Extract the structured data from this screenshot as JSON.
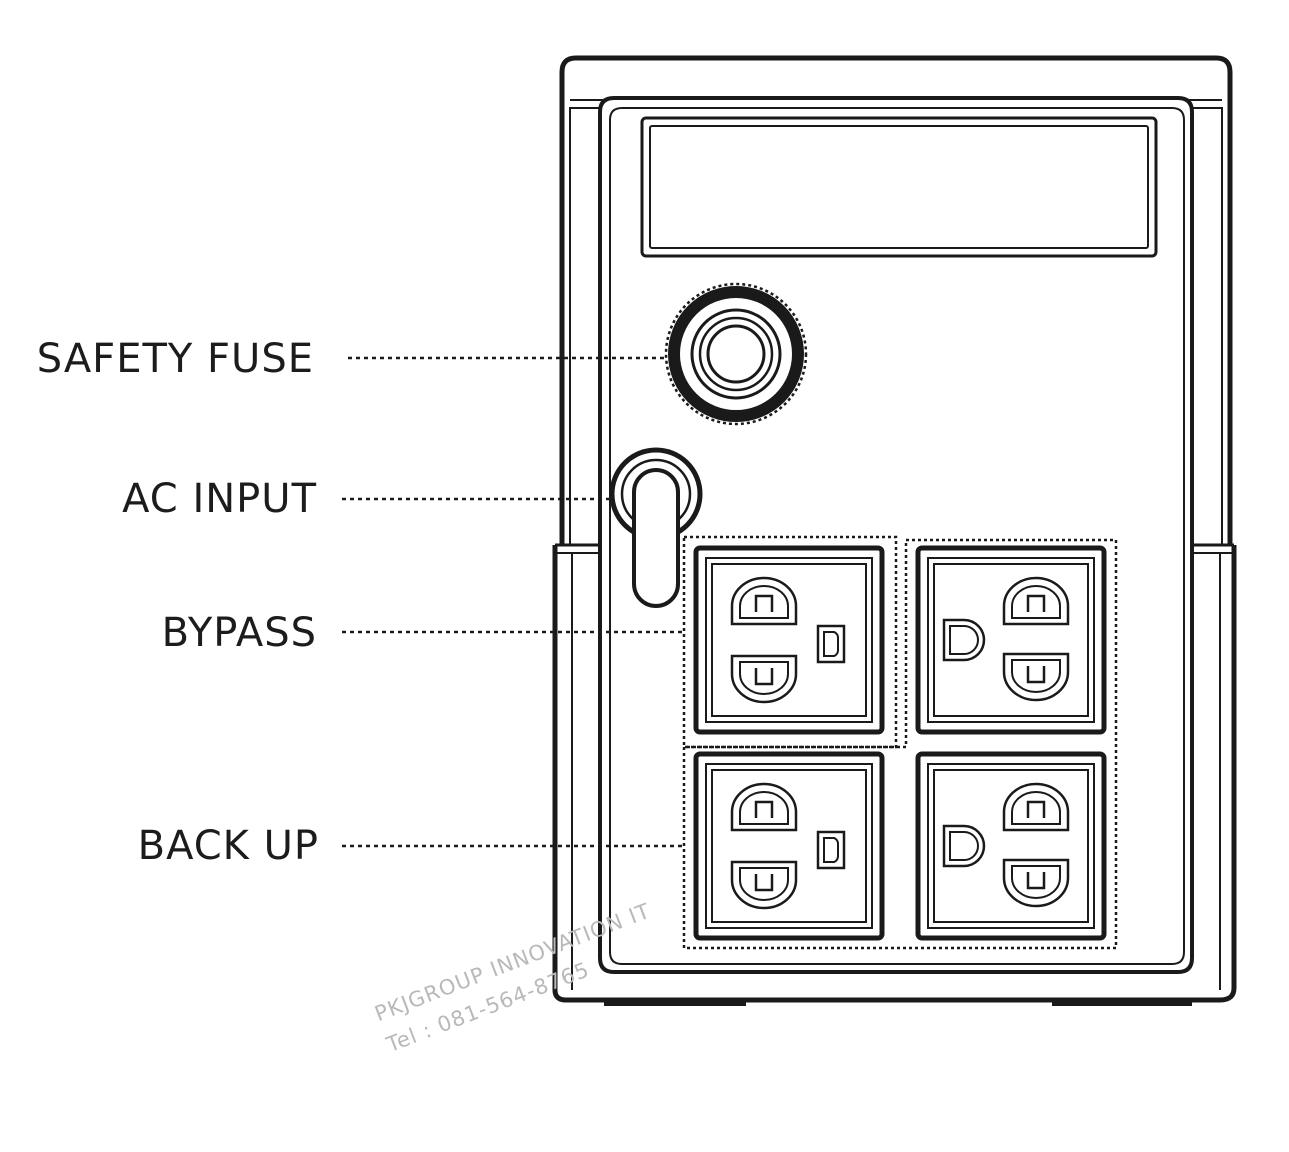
{
  "callouts": {
    "safety_fuse": "SAFETY FUSE",
    "ac_input": "AC INPUT",
    "bypass": "BYPASS",
    "back_up": "BACK UP"
  },
  "watermark": {
    "line1": "PKJGROUP INNOVATION IT",
    "line2": "Tel : 081-564-8765"
  },
  "colors": {
    "outline": "#1a1a1a",
    "label": "#1c1c1c",
    "watermark": "#b9b9b9",
    "background": "#ffffff"
  },
  "icons": [
    "fuse-holder-icon",
    "ac-input-cable-icon",
    "universal-outlet-icon"
  ]
}
